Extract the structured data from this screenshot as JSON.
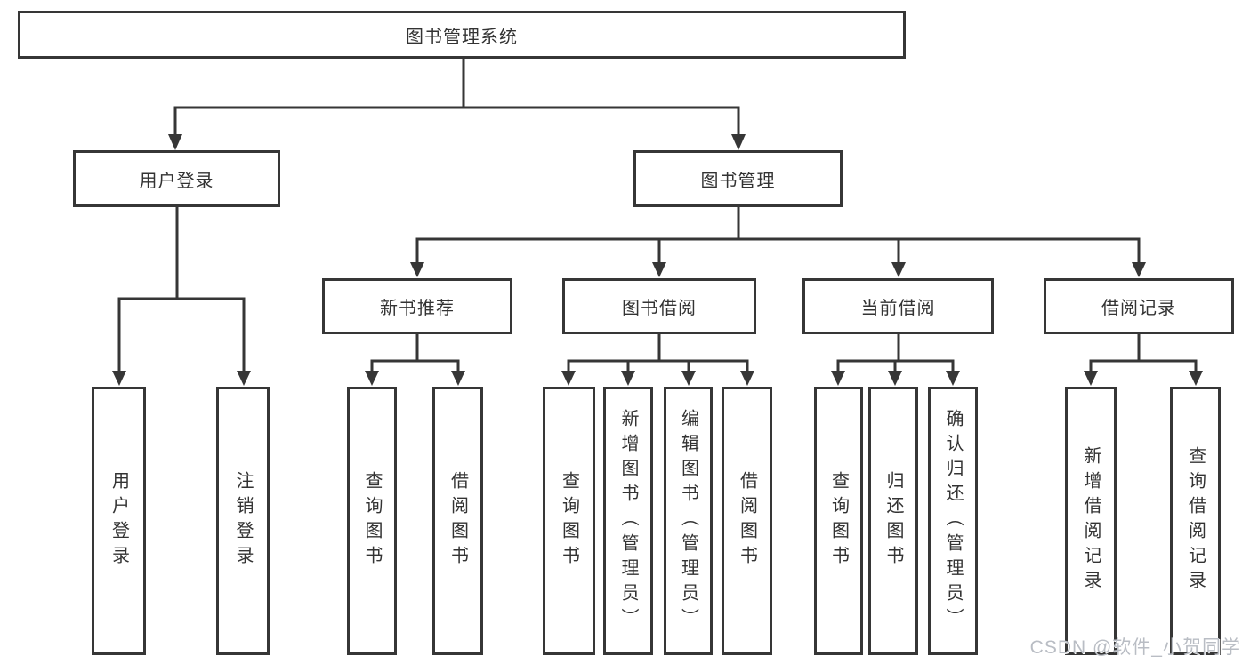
{
  "diagram": {
    "root": {
      "label": "图书管理系统"
    },
    "level2": [
      {
        "label": "用户登录"
      },
      {
        "label": "图书管理"
      }
    ],
    "level3": [
      {
        "label": "新书推荐"
      },
      {
        "label": "图书借阅"
      },
      {
        "label": "当前借阅"
      },
      {
        "label": "借阅记录"
      }
    ],
    "leaves": [
      {
        "label": "用户登录"
      },
      {
        "label": "注销登录"
      },
      {
        "label": "查询图书"
      },
      {
        "label": "借阅图书"
      },
      {
        "label": "查询图书"
      },
      {
        "label": "新增图书（管理员）"
      },
      {
        "label": "编辑图书（管理员）"
      },
      {
        "label": "借阅图书"
      },
      {
        "label": "查询图书"
      },
      {
        "label": "归还图书"
      },
      {
        "label": "确认归还（管理员）"
      },
      {
        "label": "新增借阅记录"
      },
      {
        "label": "查询借阅记录"
      }
    ]
  },
  "watermark": {
    "text": "CSDN @软件_小贺同学"
  },
  "colors": {
    "line": "#363636",
    "text": "#333333",
    "watermark": "#b9bdc4",
    "background": "#ffffff"
  }
}
